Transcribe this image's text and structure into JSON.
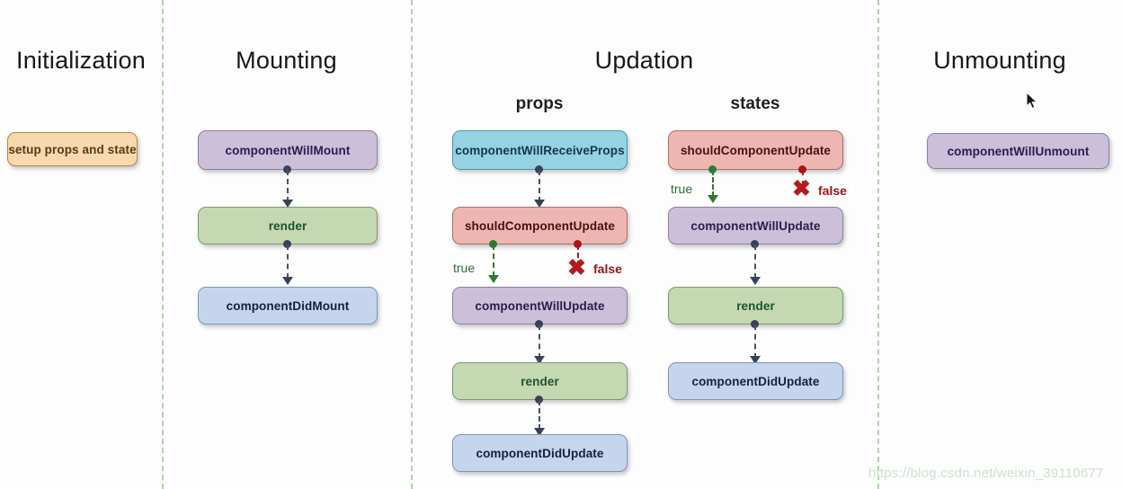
{
  "diagram": {
    "title_columns": [
      {
        "key": "initialization",
        "label": "Initialization"
      },
      {
        "key": "mounting",
        "label": "Mounting"
      },
      {
        "key": "updation",
        "label": "Updation"
      },
      {
        "key": "unmounting",
        "label": "Unmounting"
      }
    ],
    "subtitles": {
      "props": "props",
      "states": "states"
    },
    "nodes": {
      "setup_props_and_state": "setup props and state",
      "mount_will": "componentWillMount",
      "mount_render": "render",
      "mount_did": "componentDidMount",
      "props_receive": "componentWillReceiveProps",
      "props_should_update": "shouldComponentUpdate",
      "props_will_update": "componentWillUpdate",
      "props_render": "render",
      "props_did_update": "componentDidUpdate",
      "states_should_update": "shouldComponentUpdate",
      "states_will_update": "componentWillUpdate",
      "states_render": "render",
      "states_did_update": "componentDidUpdate",
      "unmount_will": "componentWillUnmount"
    },
    "edge_labels": {
      "props_true": "true",
      "props_false": "false",
      "states_true": "true",
      "states_false": "false",
      "x_glyph": "✖"
    },
    "watermark": "https://blog.csdn.net/weixin_39110677",
    "colors": {
      "divider": "#a9c9a4",
      "tan_fill": "#f6d9ae",
      "purple_fill": "#cbbfd9",
      "green_fill": "#c4d8b2",
      "blue_fill": "#c5d5ee",
      "cyan_fill": "#95d2e2",
      "red_fill": "#eeb6b1",
      "true_color": "#2e6b33",
      "false_color": "#9e1316",
      "connector": "#4a5263"
    }
  }
}
